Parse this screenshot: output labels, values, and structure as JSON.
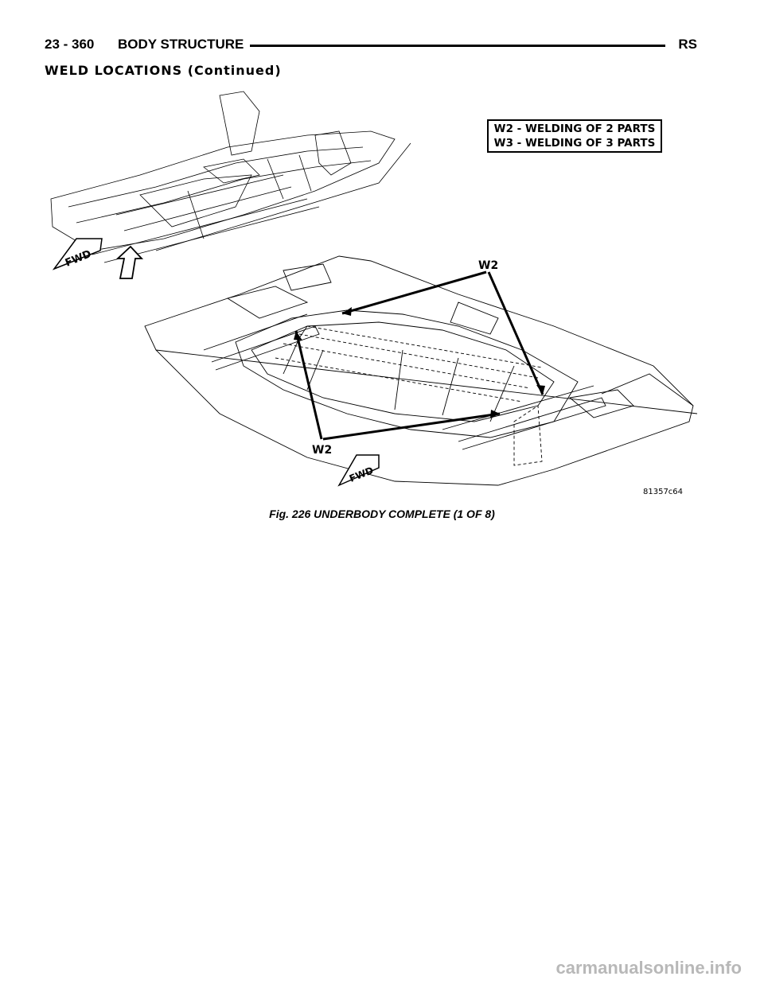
{
  "header": {
    "page_number": "23 - 360",
    "section": "BODY STRUCTURE",
    "code": "RS"
  },
  "subheading": "WELD LOCATIONS (Continued)",
  "figure": {
    "legend": [
      "W2 - WELDING OF 2 PARTS",
      "W3 - WELDING OF 3 PARTS"
    ],
    "callouts": [
      "W2",
      "W2"
    ],
    "fwd_labels": [
      "FWD",
      "FWD"
    ],
    "image_code": "81357c64",
    "caption": "Fig. 226 UNDERBODY COMPLETE (1 OF 8)"
  },
  "watermark": "carmanualsonline.info"
}
